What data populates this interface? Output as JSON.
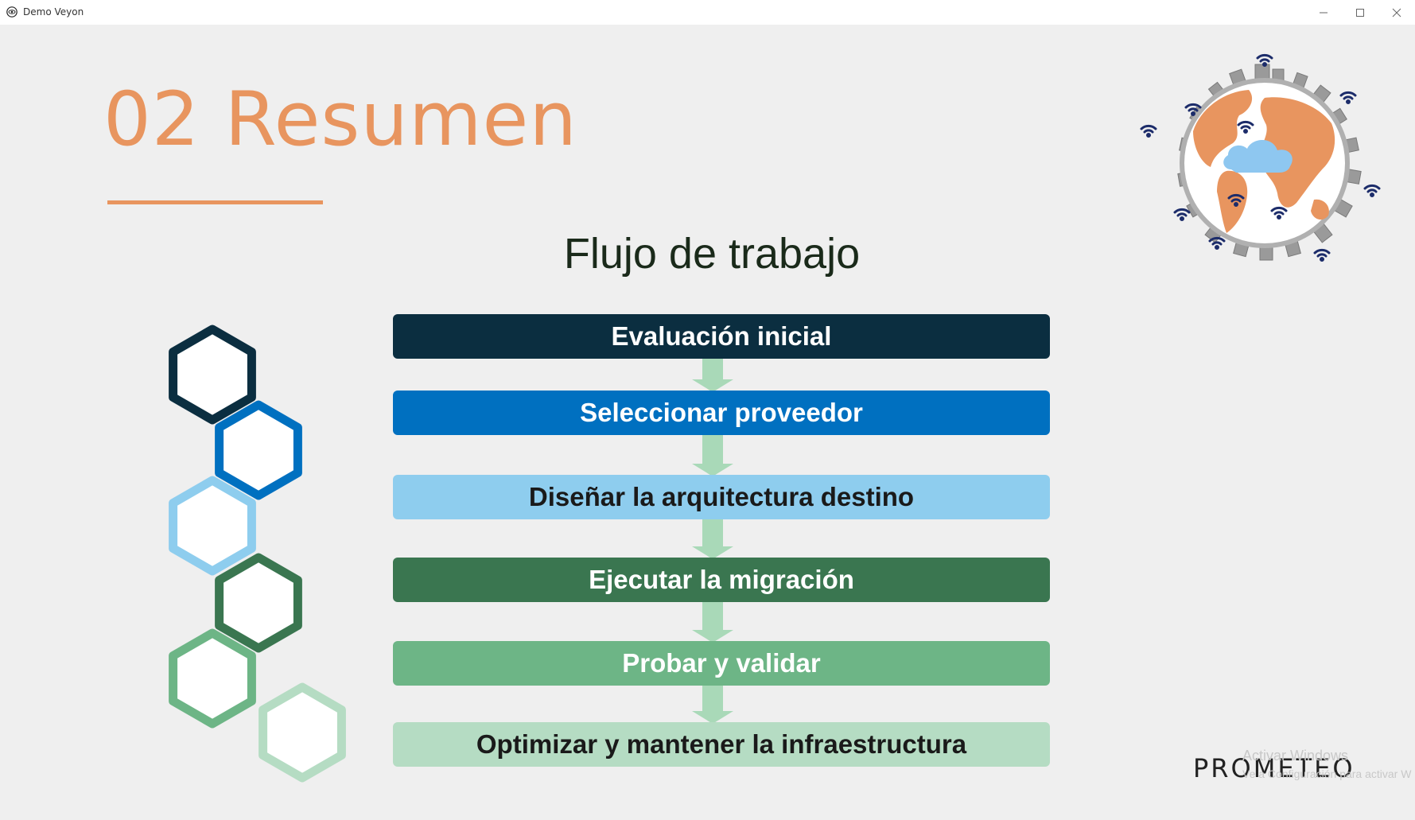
{
  "window": {
    "title": "Demo Veyon",
    "app_icon": "eye-icon",
    "controls": [
      "minimize-icon",
      "maximize-icon",
      "close-icon"
    ]
  },
  "slide": {
    "heading": "02 Resumen",
    "subtitle": "Flujo de trabajo",
    "steps": [
      {
        "label": "Evaluación inicial",
        "bg": "#0b2e40",
        "fg": "#ffffff"
      },
      {
        "label": "Seleccionar proveedor",
        "bg": "#0070c0",
        "fg": "#ffffff"
      },
      {
        "label": "Diseñar la arquitectura destino",
        "bg": "#8ecdee",
        "fg": "#1a1a1a"
      },
      {
        "label": "Ejecutar la migración",
        "bg": "#3a7650",
        "fg": "#ffffff"
      },
      {
        "label": "Probar y validar",
        "bg": "#6db586",
        "fg": "#ffffff"
      },
      {
        "label": "Optimizar y mantener la infraestructura",
        "bg": "#b5dcc3",
        "fg": "#1a1a1a"
      }
    ],
    "logo": "PROMETEO",
    "watermark_line1": "Activar Windows",
    "watermark_line2": "Ve a Configuración para activar W"
  },
  "colors": {
    "accent": "#e8955f",
    "arrow": "#a9d9b8",
    "hex_colors": [
      "#0b2e40",
      "#0070c0",
      "#8ecdee",
      "#3a7650",
      "#6db586",
      "#b5dcc3"
    ]
  }
}
